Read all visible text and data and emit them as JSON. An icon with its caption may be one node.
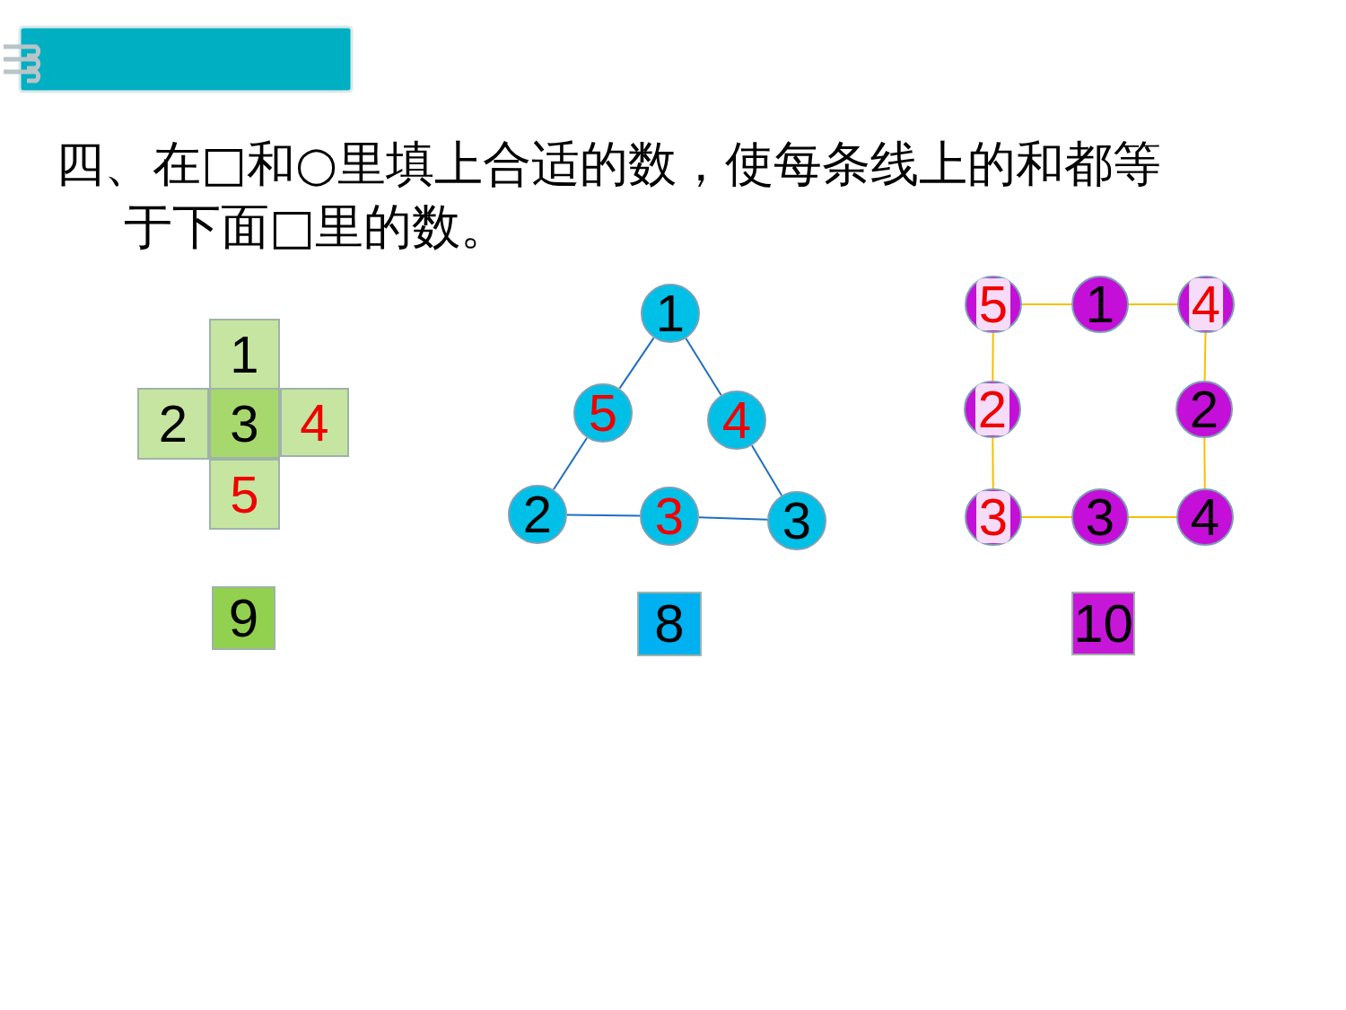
{
  "diagram": {
    "title": "四、在□和○里填上合适的数，使每条线上的和都等于下面□里的数。",
    "nodes": [
      {
        "text": [
          "1"
        ]
      },
      {
        "text": [
          "2"
        ]
      },
      {
        "text": [
          "3"
        ]
      },
      {
        "text": [
          "4"
        ]
      },
      {
        "text": [
          "5"
        ]
      },
      {
        "text": [
          "9"
        ]
      },
      {
        "text": [
          "1"
        ]
      },
      {
        "text": [
          "5"
        ]
      },
      {
        "text": [
          "4"
        ]
      },
      {
        "text": [
          "2"
        ]
      },
      {
        "text": [
          "3"
        ]
      },
      {
        "text": [
          "3"
        ]
      },
      {
        "text": [
          "8"
        ]
      },
      {
        "text": [
          "5"
        ]
      },
      {
        "text": [
          "1"
        ]
      },
      {
        "text": [
          "4"
        ]
      },
      {
        "text": [
          "2"
        ]
      },
      {
        "text": [
          "2"
        ]
      },
      {
        "text": [
          "3"
        ]
      },
      {
        "text": [
          "3"
        ]
      },
      {
        "text": [
          "4"
        ]
      },
      {
        "text": [
          "10"
        ]
      }
    ],
    "edges": [
      {
        "from": 6,
        "to": 7,
        "arrow": "none",
        "color": "#1f6fc0"
      },
      {
        "from": 7,
        "to": 9,
        "arrow": "none",
        "color": "#1f6fc0"
      },
      {
        "from": 6,
        "to": 8,
        "arrow": "none",
        "color": "#1f6fc0"
      },
      {
        "from": 8,
        "to": 11,
        "arrow": "none",
        "color": "#1f6fc0"
      },
      {
        "from": 9,
        "to": 10,
        "arrow": "none",
        "color": "#1f6fc0"
      },
      {
        "from": 10,
        "to": 11,
        "arrow": "none",
        "color": "#1f6fc0"
      },
      {
        "from": 13,
        "to": 14,
        "arrow": "none",
        "color": "#f5c000"
      },
      {
        "from": 14,
        "to": 15,
        "arrow": "none",
        "color": "#f5c000"
      },
      {
        "from": 13,
        "to": 16,
        "arrow": "none",
        "color": "#f5c000"
      },
      {
        "from": 16,
        "to": 18,
        "arrow": "none",
        "color": "#f5c000"
      },
      {
        "from": 15,
        "to": 17,
        "arrow": "none",
        "color": "#f5c000"
      },
      {
        "from": 17,
        "to": 20,
        "arrow": "none",
        "color": "#f5c000"
      },
      {
        "from": 18,
        "to": 19,
        "arrow": "none",
        "color": "#f5c000"
      },
      {
        "from": 19,
        "to": 20,
        "arrow": "none",
        "color": "#f5c000"
      }
    ]
  }
}
